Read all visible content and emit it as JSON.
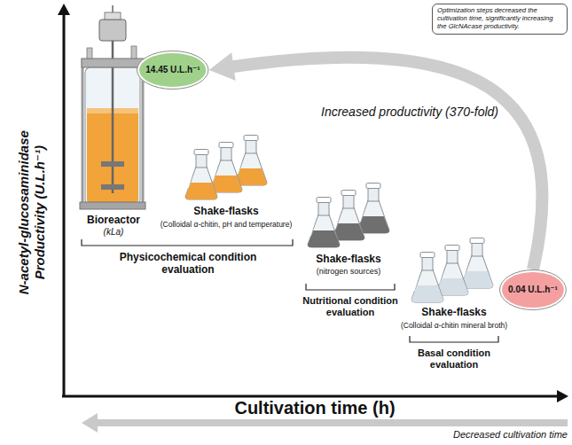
{
  "diagram": {
    "nodes": [
      {
        "text": [
          "Optimization steps decreased the cultivation time, significantly increasing the GlcNAcase productivity."
        ]
      },
      {
        "text": [
          "14.45 U.L.h⁻¹"
        ]
      },
      {
        "text": [
          "0.04 U.L.h⁻¹"
        ]
      }
    ],
    "edges": [
      {
        "from": 2,
        "to": 1,
        "arrow": "to",
        "label": "Increased productivity (370-fold)"
      }
    ],
    "labels": [
      "Bioreactor",
      "(kLa)",
      "Shake-flasks",
      "(Colloidal α-chitin, pH and temperature)",
      "Physicochemical condition evaluation",
      "Shake-flasks",
      "(nitrogen sources)",
      "Nutritional condition evaluation",
      "Shake-flasks",
      "(Colloidal α-chitin mineral broth)",
      "Basal condition evaluation",
      "N-acetyl-glucosaminidase Productivity (U.L.h⁻¹)",
      "Cultivation time (h)",
      "Decreased cultivation time"
    ]
  }
}
